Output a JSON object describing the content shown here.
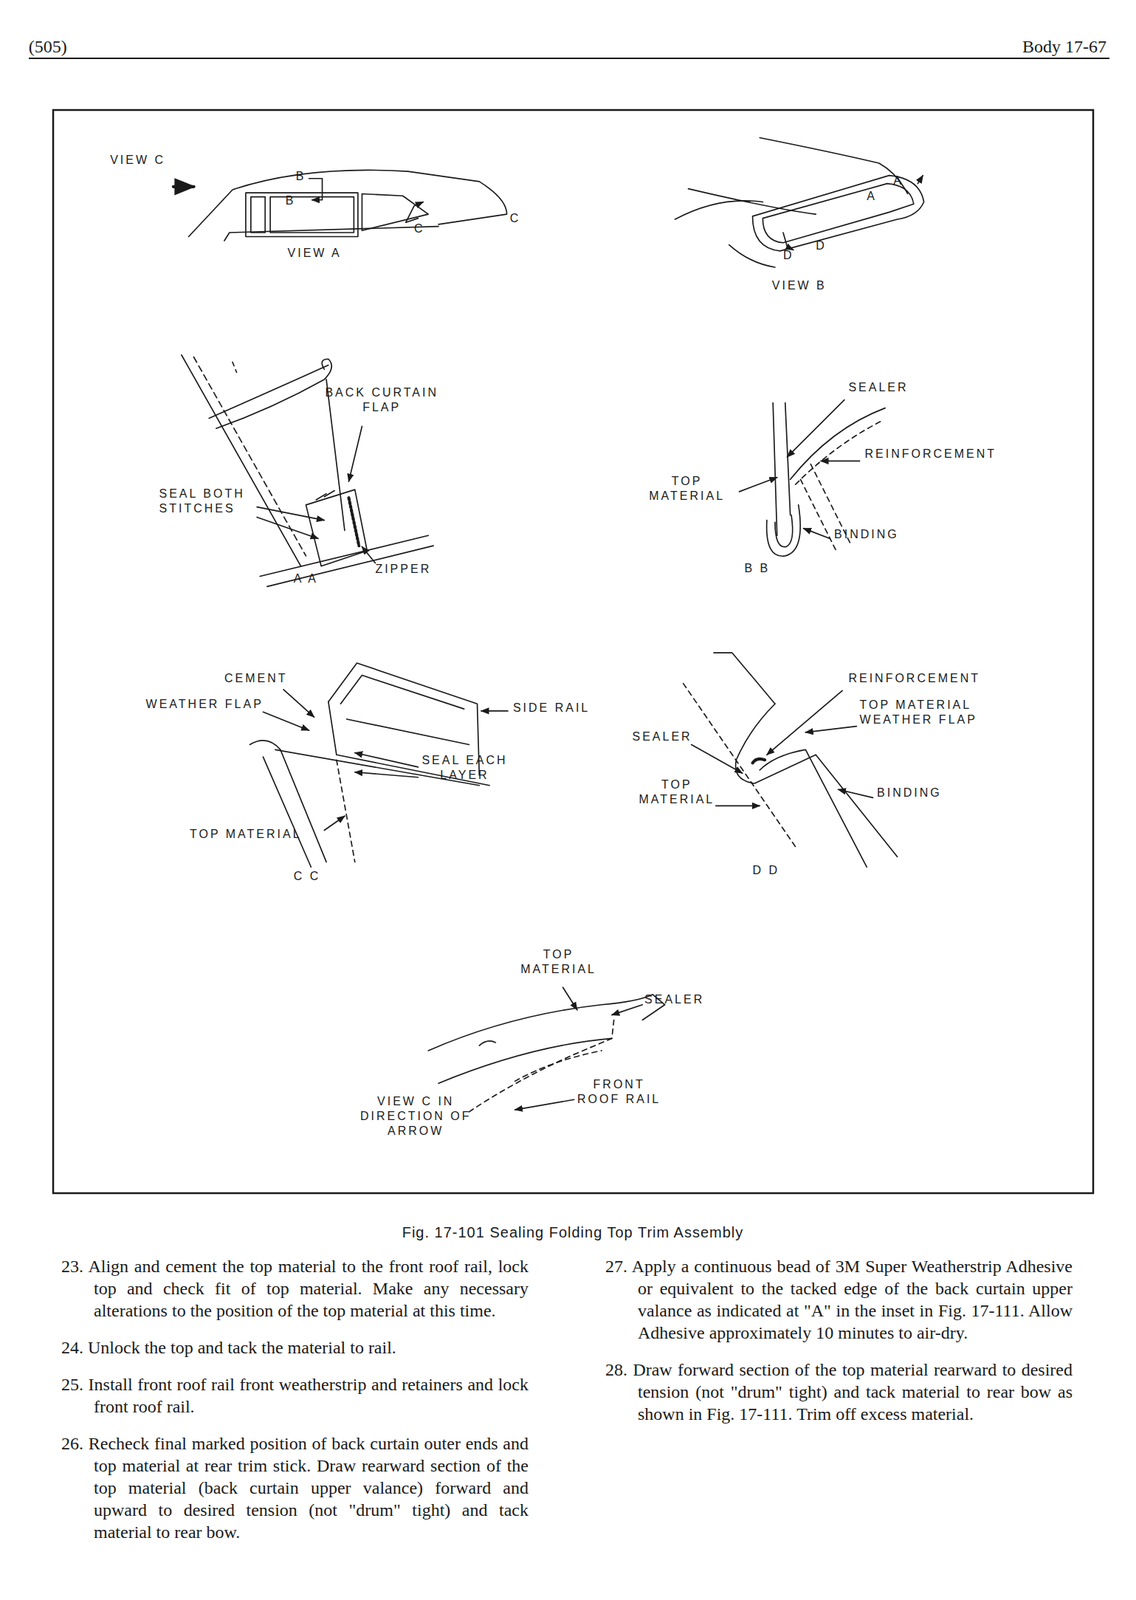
{
  "diagram": {
    "caption": "Fig. 17-101 Sealing Folding Top Trim Assembly",
    "labels": [
      "(505)",
      "Body 17-67",
      "VIEW C",
      "B",
      "B",
      "C",
      "C",
      "VIEW A",
      "A",
      "A",
      "D",
      "D",
      "VIEW B",
      "BACK CURTAIN FLAP",
      "SEAL BOTH STITCHES",
      "ZIPPER",
      "A A",
      "SEALER",
      "REINFORCEMENT",
      "TOP MATERIAL",
      "BINDING",
      "B B",
      "CEMENT",
      "WEATHER FLAP",
      "SIDE RAIL",
      "SEAL EACH LAYER",
      "TOP MATERIAL",
      "C C",
      "REINFORCEMENT",
      "TOP MATERIAL WEATHER FLAP",
      "SEALER",
      "TOP MATERIAL",
      "BINDING",
      "D D",
      "TOP MATERIAL",
      "SEALER",
      "FRONT ROOF RAIL",
      "VIEW C IN DIRECTION OF ARROW",
      "23. Align and cement the top material to the front roof rail, lock top and check fit of top material. Make any necessary alterations to the position of the top material at this time.",
      "24. Unlock the top and tack the material to rail.",
      "25. Install front roof rail front weatherstrip and retainers and lock front roof rail.",
      "26. Recheck final marked position of back curtain outer ends and top material at rear trim stick. Draw rearward section of the top material (back curtain upper valance) forward and upward to desired tension (not \"drum\" tight) and tack material to rear bow.",
      "27. Apply a continuous bead of 3M Super Weatherstrip Adhesive or equivalent to the tacked edge of the back curtain upper valance as indicated at \"A\" in the inset in Fig. 17-111. Allow Adhesive approximately 10 minutes to air-dry.",
      "28. Draw forward section of the top material rearward to desired tension (not \"drum\" tight) and tack material to rear bow as shown in Fig. 17-111. Trim off excess material."
    ]
  }
}
